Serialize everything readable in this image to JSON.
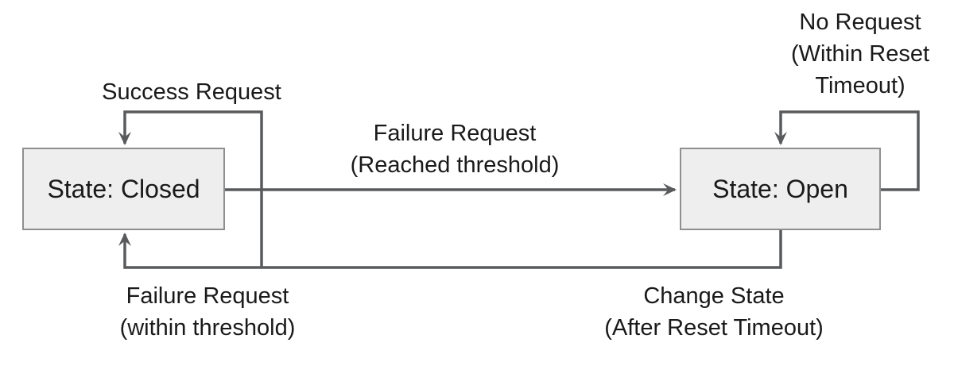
{
  "diagram": {
    "nodes": [
      {
        "id": "closed",
        "label": "State: Closed"
      },
      {
        "id": "open",
        "label": "State: Open"
      }
    ],
    "edges": [
      {
        "from": "closed",
        "to": "closed",
        "label_lines": [
          "Success Request"
        ]
      },
      {
        "from": "closed",
        "to": "open",
        "label_lines": [
          "Failure Request",
          "(Reached threshold)"
        ]
      },
      {
        "from": "closed",
        "to": "closed",
        "label_lines": [
          "Failure Request",
          "(within threshold)"
        ]
      },
      {
        "from": "open",
        "to": "open",
        "label_lines": [
          "No Request",
          "(Within Reset",
          "Timeout)"
        ]
      },
      {
        "from": "open",
        "to": "closed",
        "label_lines": [
          "Change State",
          "(After Reset Timeout)"
        ]
      }
    ],
    "colors": {
      "line": "#595a5c",
      "box_fill": "#eeeeee",
      "box_border": "#8d8f91",
      "text": "#1a1a1a",
      "background": "#ffffff"
    }
  }
}
